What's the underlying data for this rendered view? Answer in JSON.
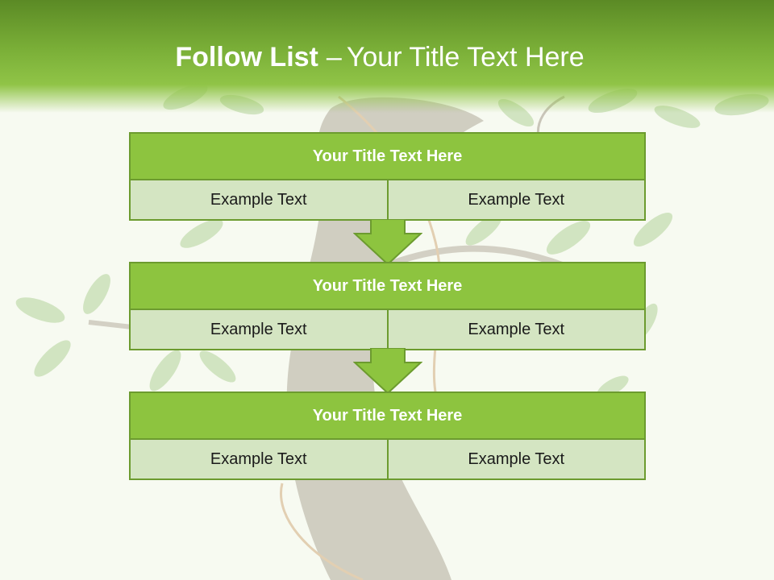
{
  "slide": {
    "title_bold": "Follow List",
    "title_separator": "–",
    "title_rest": "Your Title Text Here"
  },
  "blocks": [
    {
      "title": "Your Title Text Here",
      "left": "Example Text",
      "right": "Example Text"
    },
    {
      "title": "Your Title Text Here",
      "left": "Example Text",
      "right": "Example Text"
    },
    {
      "title": "Your Title Text Here",
      "left": "Example Text",
      "right": "Example Text"
    }
  ],
  "colors": {
    "header_green": "#7bb038",
    "block_head": "#8dc43f",
    "block_cell": "#d4e5c2",
    "border": "#6c9b2f",
    "arrow": "#8dc43f"
  }
}
